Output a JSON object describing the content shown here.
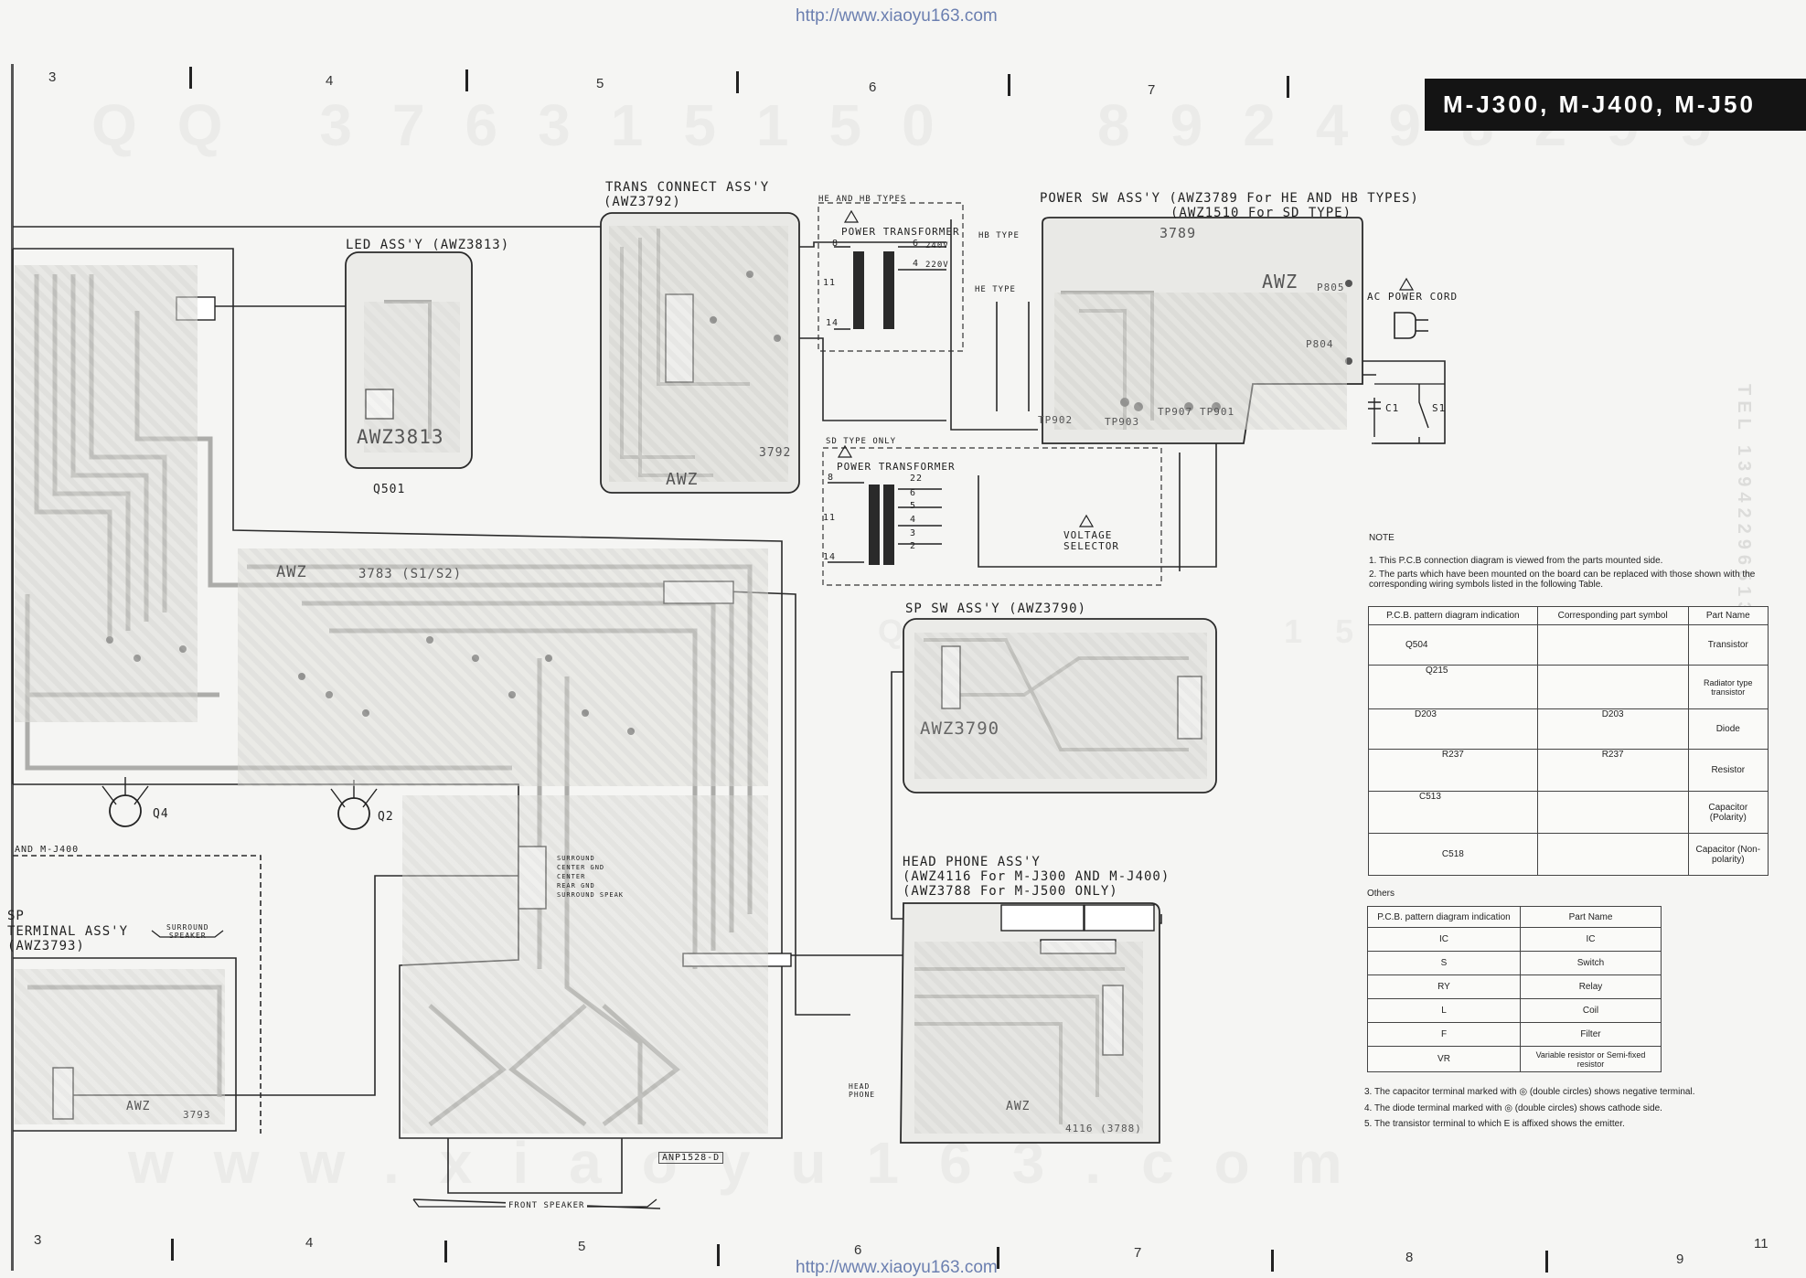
{
  "header": {
    "top_url": "http://www.xiaoyu163.com",
    "bottom_url": "http://www.xiaoyu163.com",
    "model_title": "M-J300, M-J400, M-J50"
  },
  "grid": {
    "top_numbers": [
      "3",
      "4",
      "5",
      "6",
      "7"
    ],
    "bottom_numbers": [
      "3",
      "4",
      "5",
      "6",
      "7",
      "8",
      "9"
    ],
    "page_number": "11"
  },
  "watermarks": {
    "top": "QQ 376315150",
    "top_right": "892498299",
    "bottom": "www.xiaoyu163.com",
    "middle": "QQ 3763 150"
  },
  "assemblies": {
    "trans_connect": {
      "title": "TRANS CONNECT ASS'Y",
      "part": "(AWZ3792)",
      "board_text": "AWZ",
      "code": "3792"
    },
    "led": {
      "title": "LED ASS'Y (AWZ3813)",
      "board_text": "AWZ3813",
      "q501": "Q501"
    },
    "power_sw": {
      "title": "POWER SW ASS'Y (AWZ3789 For HE AND HB TYPES)",
      "subtitle": "(AWZ1510  For SD TYPE)",
      "board_code": "3789",
      "board_text": "AWZ",
      "ac_cord": "AC POWER CORD",
      "p805": "P805",
      "p804": "P804",
      "tp_labels": [
        "TP902",
        "TP903",
        "TP907",
        "TP901"
      ],
      "c1": "C1",
      "s1": "S1"
    },
    "transformer_he": {
      "types": "HE AND HB TYPES",
      "label": "POWER TRANSFORMER",
      "hb_type": "HB TYPE",
      "he_type": "HE TYPE",
      "pins": [
        "8",
        "6",
        "4",
        "11",
        "14"
      ],
      "v240": "240V",
      "v220": "220V"
    },
    "transformer_sd": {
      "types": "SD TYPE ONLY",
      "label": "POWER TRANSFORMER",
      "pins": [
        "8",
        "22",
        "6",
        "5",
        "4",
        "3",
        "2",
        "11",
        "14"
      ],
      "voltage_selector": "VOLTAGE\nSELECTOR"
    },
    "main": {
      "board_text": "AWZ",
      "code": "3783 (S1/S2)",
      "q4": "Q4",
      "q2": "Q2",
      "part": "ANP1528-D",
      "front_speaker": "FRONT SPEAKER",
      "and_mj400": "AND M-J400"
    },
    "sp_sw": {
      "title": "SP SW ASS'Y (AWZ3790)",
      "board_text": "AWZ3790"
    },
    "head_phone": {
      "title": "HEAD PHONE ASS'Y",
      "line2": "(AWZ4116 For M-J300 AND M-J400)",
      "line3": "(AWZ3788 For M-J500 ONLY)",
      "hp_label": "HEAD\nPHONE",
      "board_text": "AWZ",
      "code": "4116 (3788)"
    },
    "sp_terminal": {
      "line1": "SP",
      "line2": "TERMINAL ASS'Y",
      "line3": "(AWZ3793)",
      "surround": "SURROUND\nSPEAKER",
      "board_text": "AWZ",
      "code": "3793"
    },
    "surround_labels": [
      "SURROUND",
      "CENTER GND",
      "CENTER",
      "REAR GND",
      "SURROUND SPEAK"
    ]
  },
  "notes": {
    "heading": "NOTE",
    "items": [
      "1.  This P.C.B connection diagram is viewed from the parts mounted side.",
      "2.  The parts which have been mounted on the board can be replaced with those shown with the corresponding wiring symbols listed in the following Table."
    ],
    "table1": {
      "headers": [
        "P.C.B. pattern diagram indication",
        "Corresponding part symbol",
        "Part Name"
      ],
      "rows": [
        {
          "pcb": "Q504",
          "part": "Transistor"
        },
        {
          "pcb": "Q215",
          "part": "Radiator type transistor"
        },
        {
          "pcb": "D203",
          "part": "Diode"
        },
        {
          "pcb": "R237",
          "part": "Resistor"
        },
        {
          "pcb": "C513",
          "part": "Capacitor (Polarity)"
        },
        {
          "pcb": "C518",
          "part": "Capacitor (Non-polarity)"
        }
      ]
    },
    "others_heading": "Others",
    "table2": {
      "headers": [
        "P.C.B. pattern diagram indication",
        "Part Name"
      ],
      "rows": [
        [
          "IC",
          "IC"
        ],
        [
          "S",
          "Switch"
        ],
        [
          "RY",
          "Relay"
        ],
        [
          "L",
          "Coil"
        ],
        [
          "F",
          "Filter"
        ],
        [
          "VR",
          "Variable resistor or Semi-fixed resistor"
        ]
      ]
    },
    "footnotes": [
      "3.  The capacitor terminal marked with ◎ (double circles) shows negative terminal.",
      "4.  The diode terminal marked with ◎ (double circles) shows cathode side.",
      "5.  The transistor terminal to which E is affixed shows the emitter."
    ]
  },
  "side_text": "TEL 13942296513"
}
